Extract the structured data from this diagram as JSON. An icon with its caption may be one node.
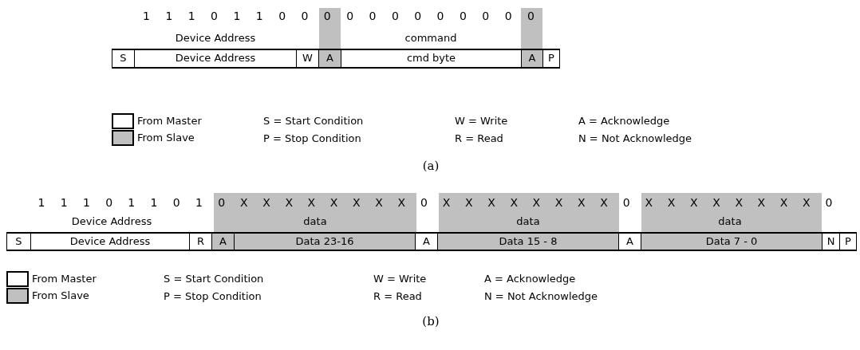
{
  "diagram": {
    "nodes": [
      {
        "text": [
          "S"
        ]
      },
      {
        "text": [
          "Device Address"
        ]
      },
      {
        "text": [
          "W"
        ]
      },
      {
        "text": [
          "A"
        ]
      },
      {
        "text": [
          "cmd byte"
        ]
      },
      {
        "text": [
          "A"
        ]
      },
      {
        "text": [
          "P"
        ]
      },
      {
        "text": [
          "S"
        ]
      },
      {
        "text": [
          "Device Address"
        ]
      },
      {
        "text": [
          "R"
        ]
      },
      {
        "text": [
          "A"
        ]
      },
      {
        "text": [
          "Data 23-16"
        ]
      },
      {
        "text": [
          "A"
        ]
      },
      {
        "text": [
          "Data 15 - 8"
        ]
      },
      {
        "text": [
          "A"
        ]
      },
      {
        "text": [
          "Data 7 - 0"
        ]
      },
      {
        "text": [
          "N"
        ]
      },
      {
        "text": [
          "P"
        ]
      }
    ],
    "edges": [],
    "labels": [
      "1",
      "1",
      "1",
      "0",
      "1",
      "1",
      "0",
      "0",
      "0",
      "0",
      "0",
      "0",
      "0",
      "0",
      "0",
      "0",
      "0",
      "0",
      "Device Address",
      "command",
      "S = Start Condition",
      "W = Write",
      "A = Acknowledge",
      "P = Stop Condition",
      "R = Read",
      "N = Not Acknowledge",
      "(a)",
      "1",
      "1",
      "1",
      "0",
      "1",
      "1",
      "0",
      "1",
      "0",
      "X",
      "X",
      "X",
      "X",
      "X",
      "X",
      "X",
      "X",
      "0",
      "X",
      "X",
      "X",
      "X",
      "X",
      "X",
      "X",
      "X",
      "0",
      "X",
      "X",
      "X",
      "X",
      "X",
      "X",
      "X",
      "X",
      "0",
      "Device Address",
      "data",
      "data",
      "data",
      "S = Start Condition",
      "W = Write",
      "A = Acknowledge",
      "P = Stop Condition",
      "R = Read",
      "N = Not Acknowledge",
      "(b)"
    ],
    "legend": [
      {
        "text": "From Master",
        "color": "#ffffff"
      },
      {
        "text": "From Slave",
        "color": "#c0c0c0"
      },
      {
        "text": "From Master",
        "color": "#ffffff"
      },
      {
        "text": "From Slave",
        "color": "#c0c0c0"
      }
    ]
  }
}
